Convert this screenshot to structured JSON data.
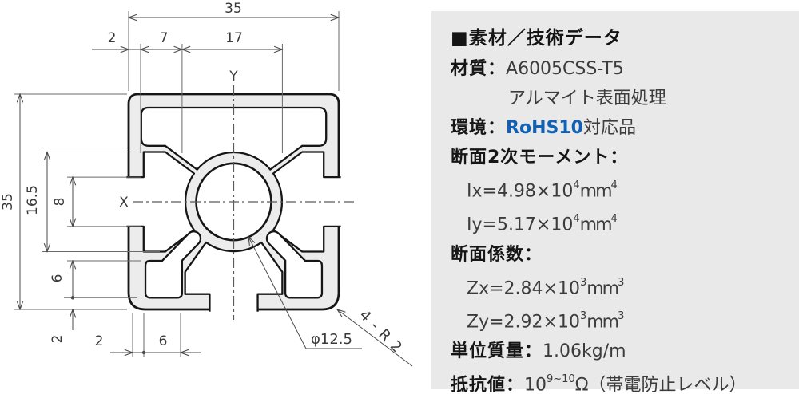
{
  "drawing": {
    "axes": {
      "x": "X",
      "y": "Y"
    },
    "dims": {
      "overall_w": "35",
      "top_a": "2",
      "top_b": "7",
      "top_c": "17",
      "overall_h": "35",
      "side_slot_depth": "16.5",
      "slot_mouth": "8",
      "foot": "6",
      "wall_bottom_left": "2",
      "bottom_a": "2",
      "bottom_b": "6"
    },
    "notes": {
      "bore": "φ12.5",
      "corners": "4-R2"
    }
  },
  "panel": {
    "heading": "■素材／技術データ",
    "material_label": "材質：",
    "material_value": "A6005CSS-T5",
    "material_note": "アルマイト表面処理",
    "env_label": "環境：",
    "env_rohs": "RoHS10",
    "env_suffix": "対応品",
    "rohs_style": "color:#1060b6;font-weight:bold",
    "accent_color": "#1060b6",
    "bg_color": "#e9e9e9",
    "moment_heading": "断面2次モーメント：",
    "ix": {
      "pre": "Ix=4.98×10",
      "exp": "4",
      "unit": "mm",
      "uexp": "4"
    },
    "iy": {
      "pre": "Iy=5.17×10",
      "exp": "4",
      "unit": "mm",
      "uexp": "4"
    },
    "modulus_heading": "断面係数：",
    "zx": {
      "pre": "Zx=2.84×10",
      "exp": "3",
      "unit": "mm",
      "uexp": "3"
    },
    "zy": {
      "pre": "Zy=2.92×10",
      "exp": "3",
      "unit": "mm",
      "uexp": "3"
    },
    "mass_label": "単位質量：",
    "mass_value": "1.06kg/m",
    "res_label": "抵抗値：",
    "res_pre": "10",
    "res_exp": "9~10",
    "res_post": "Ω（帯電防止レベル）"
  }
}
